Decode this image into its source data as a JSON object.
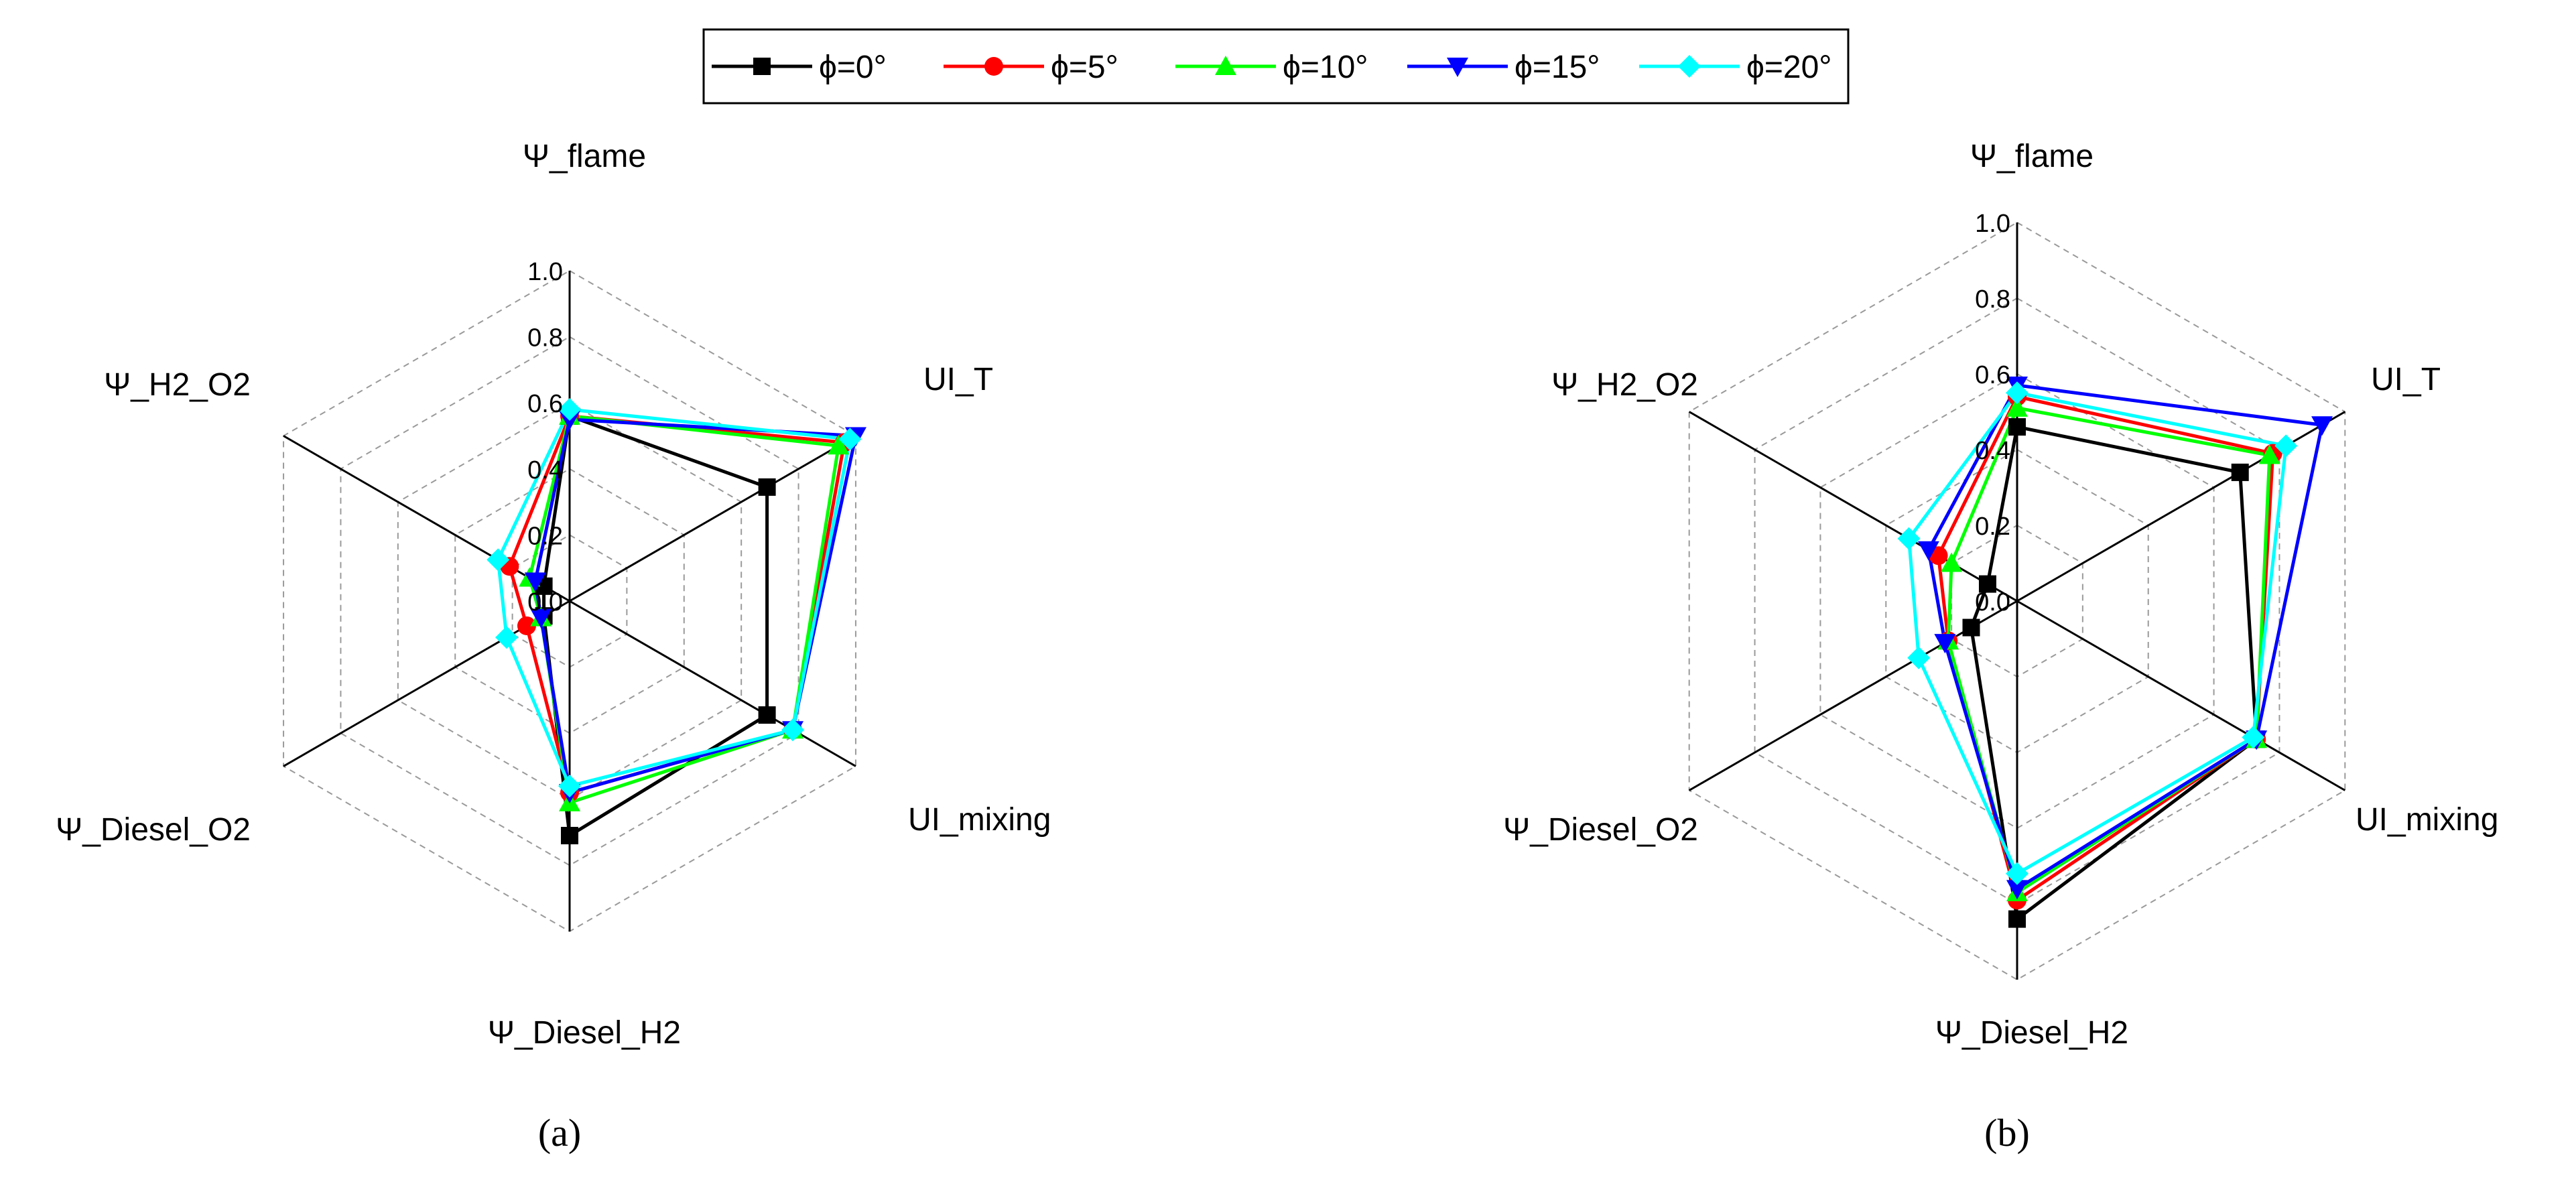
{
  "legend": {
    "entries": [
      {
        "label": "ϕ=0°",
        "color": "#000000",
        "marker": "square"
      },
      {
        "label": "ϕ=5°",
        "color": "#ff0000",
        "marker": "circle"
      },
      {
        "label": "ϕ=10°",
        "color": "#00ff00",
        "marker": "triangle-up"
      },
      {
        "label": "ϕ=15°",
        "color": "#0000ff",
        "marker": "triangle-down"
      },
      {
        "label": "ϕ=20°",
        "color": "#00ffff",
        "marker": "diamond"
      }
    ]
  },
  "chart_data": [
    {
      "type": "radar",
      "panel_label": "(a)",
      "axes": [
        "Ψ_flame",
        "UI_T",
        "UI_mixing",
        "Ψ_Diesel_H2",
        "Ψ_Diesel_O2",
        "Ψ_H2_O2"
      ],
      "r_range": [
        0,
        1
      ],
      "ticks": [
        "0.0",
        "0.2",
        "0.4",
        "0.6",
        "0.8",
        "1.0"
      ],
      "tick_values": [
        0,
        0.2,
        0.4,
        0.6,
        0.8,
        1.0
      ],
      "grid": true,
      "series": [
        {
          "name": "ϕ=0°",
          "values": [
            0.56,
            0.69,
            0.69,
            0.71,
            0.09,
            0.09
          ]
        },
        {
          "name": "ϕ=5°",
          "values": [
            0.56,
            0.96,
            0.78,
            0.58,
            0.15,
            0.21
          ]
        },
        {
          "name": "ϕ=10°",
          "values": [
            0.56,
            0.94,
            0.78,
            0.61,
            0.1,
            0.14
          ]
        },
        {
          "name": "ϕ=15°",
          "values": [
            0.55,
            1.0,
            0.78,
            0.58,
            0.1,
            0.12
          ]
        },
        {
          "name": "ϕ=20°",
          "values": [
            0.58,
            0.98,
            0.78,
            0.56,
            0.22,
            0.25
          ]
        }
      ]
    },
    {
      "type": "radar",
      "panel_label": "(b)",
      "axes": [
        "Ψ_flame",
        "UI_T",
        "UI_mixing",
        "Ψ_Diesel_H2",
        "Ψ_Diesel_O2",
        "Ψ_H2_O2"
      ],
      "r_range": [
        0,
        1
      ],
      "ticks": [
        "0.0",
        "0.2",
        "0.4",
        "0.6",
        "0.8",
        "1.0"
      ],
      "tick_values": [
        0,
        0.2,
        0.4,
        0.6,
        0.8,
        1.0
      ],
      "grid": true,
      "series": [
        {
          "name": "ϕ=0°",
          "values": [
            0.46,
            0.68,
            0.73,
            0.84,
            0.14,
            0.09
          ]
        },
        {
          "name": "ϕ=5°",
          "values": [
            0.54,
            0.78,
            0.73,
            0.79,
            0.21,
            0.24
          ]
        },
        {
          "name": "ϕ=10°",
          "values": [
            0.51,
            0.77,
            0.73,
            0.77,
            0.21,
            0.2
          ]
        },
        {
          "name": "ϕ=15°",
          "values": [
            0.57,
            0.93,
            0.73,
            0.76,
            0.22,
            0.27
          ]
        },
        {
          "name": "ϕ=20°",
          "values": [
            0.55,
            0.82,
            0.72,
            0.72,
            0.3,
            0.33
          ]
        }
      ]
    }
  ]
}
